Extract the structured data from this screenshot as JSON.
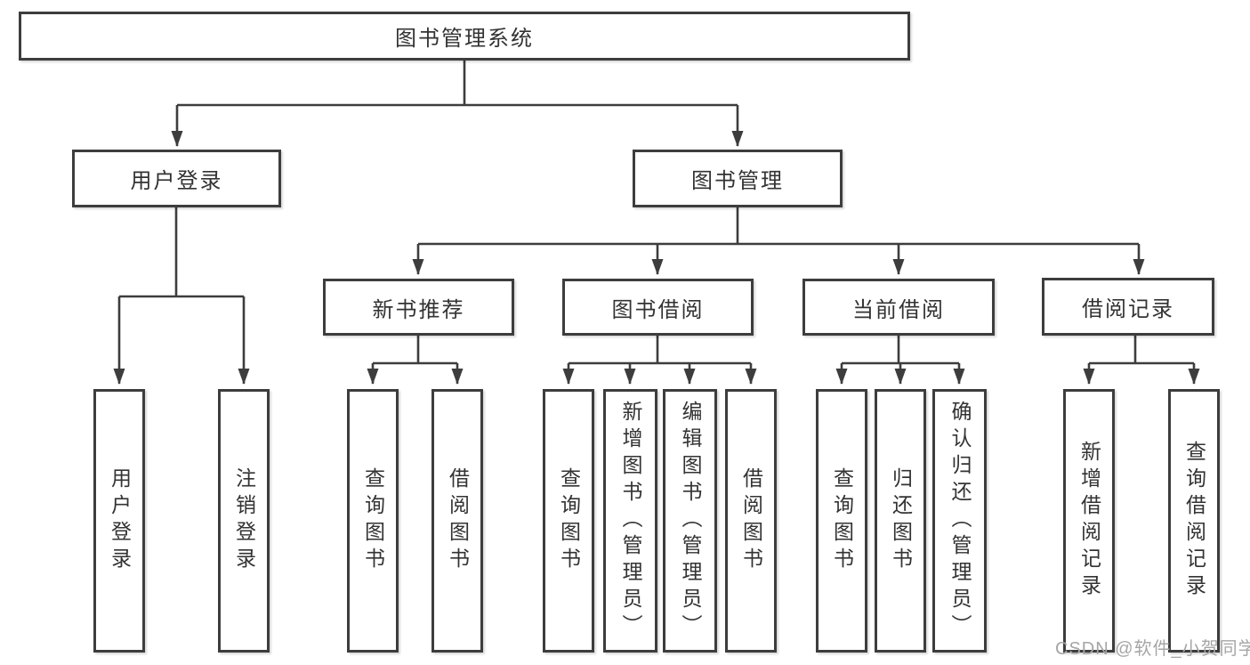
{
  "diagram": {
    "type": "hierarchy-flowchart",
    "root": "图书管理系统",
    "level2": {
      "user_login": "用户登录",
      "book_mgmt": "图书管理"
    },
    "level3": {
      "new_book_rec": "新书推荐",
      "book_borrow": "图书借阅",
      "current_borrow": "当前借阅",
      "borrow_records": "借阅记录"
    },
    "leaves": {
      "user_login": "用户登录",
      "logout": "注销登录",
      "rec_query_books": "查询图书",
      "rec_borrow_books": "借阅图书",
      "borrow_query_books": "查询图书",
      "borrow_add_books": "新增图书（管理员）",
      "borrow_edit_books": "编辑图书（管理员）",
      "borrow_borrow_books": "借阅图书",
      "current_query_books": "查询图书",
      "current_return_books": "归还图书",
      "current_confirm_return": "确认归还（管理员）",
      "records_add_record": "新增借阅记录",
      "records_query_record": "查询借阅记录"
    },
    "edges": [
      [
        "图书管理系统",
        "用户登录"
      ],
      [
        "图书管理系统",
        "图书管理"
      ],
      [
        "用户登录",
        "用户登录(叶)"
      ],
      [
        "用户登录",
        "注销登录"
      ],
      [
        "图书管理",
        "新书推荐"
      ],
      [
        "图书管理",
        "图书借阅"
      ],
      [
        "图书管理",
        "当前借阅"
      ],
      [
        "图书管理",
        "借阅记录"
      ],
      [
        "新书推荐",
        "查询图书"
      ],
      [
        "新书推荐",
        "借阅图书"
      ],
      [
        "图书借阅",
        "查询图书"
      ],
      [
        "图书借阅",
        "新增图书（管理员）"
      ],
      [
        "图书借阅",
        "编辑图书（管理员）"
      ],
      [
        "图书借阅",
        "借阅图书"
      ],
      [
        "当前借阅",
        "查询图书"
      ],
      [
        "当前借阅",
        "归还图书"
      ],
      [
        "当前借阅",
        "确认归还（管理员）"
      ],
      [
        "借阅记录",
        "新增借阅记录"
      ],
      [
        "借阅记录",
        "查询借阅记录"
      ]
    ]
  },
  "watermark": {
    "text": "CSDN @软件_小贺同学"
  },
  "colors": {
    "line": "#3d3d3d",
    "box_border": "#3d3d3d",
    "text": "#333333",
    "background": "#ffffff",
    "watermark": "#a6a6a6"
  }
}
